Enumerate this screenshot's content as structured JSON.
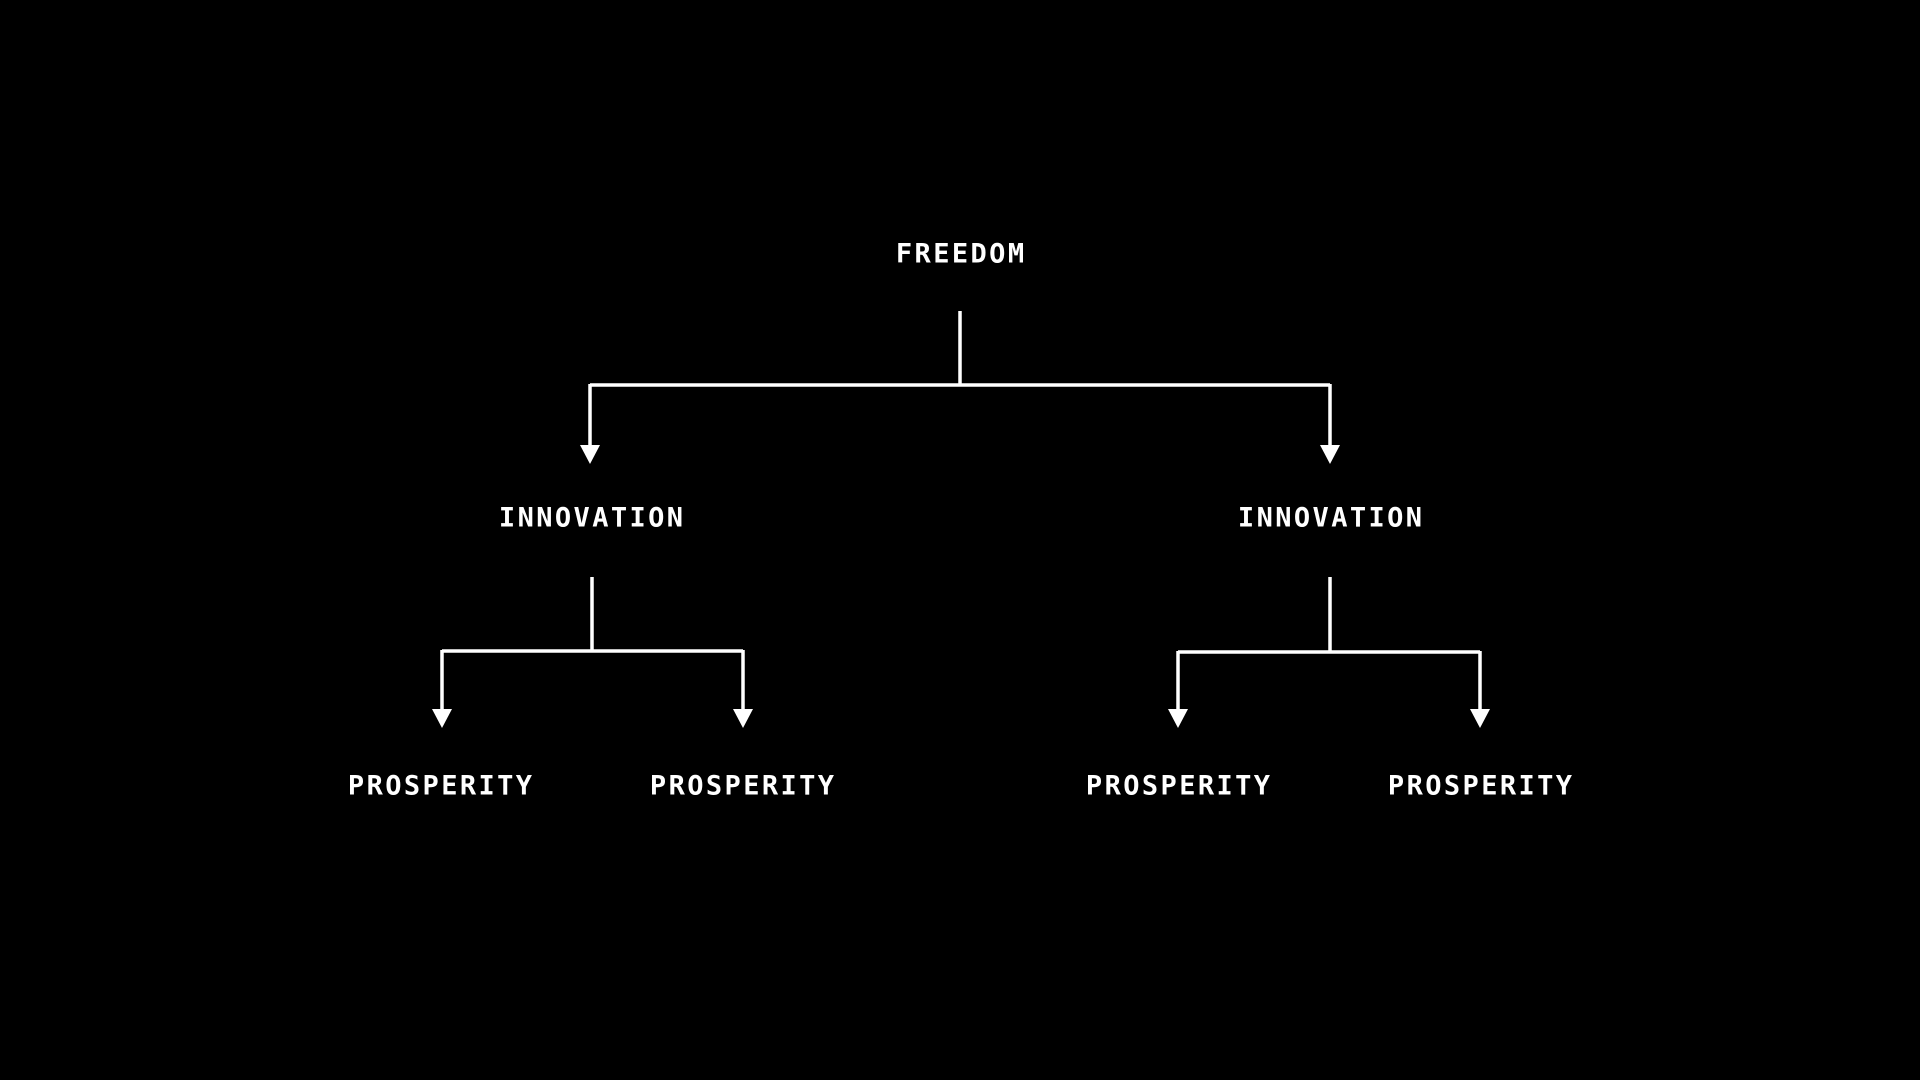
{
  "canvas": {
    "background_color": "#000000",
    "line_color": "#ffffff",
    "text_color": "#ffffff"
  },
  "tree": {
    "root": {
      "label": "FREEDOM"
    },
    "branches": [
      {
        "label": "INNOVATION",
        "children": [
          {
            "label": "PROSPERITY"
          },
          {
            "label": "PROSPERITY"
          }
        ]
      },
      {
        "label": "INNOVATION",
        "children": [
          {
            "label": "PROSPERITY"
          },
          {
            "label": "PROSPERITY"
          }
        ]
      }
    ]
  }
}
